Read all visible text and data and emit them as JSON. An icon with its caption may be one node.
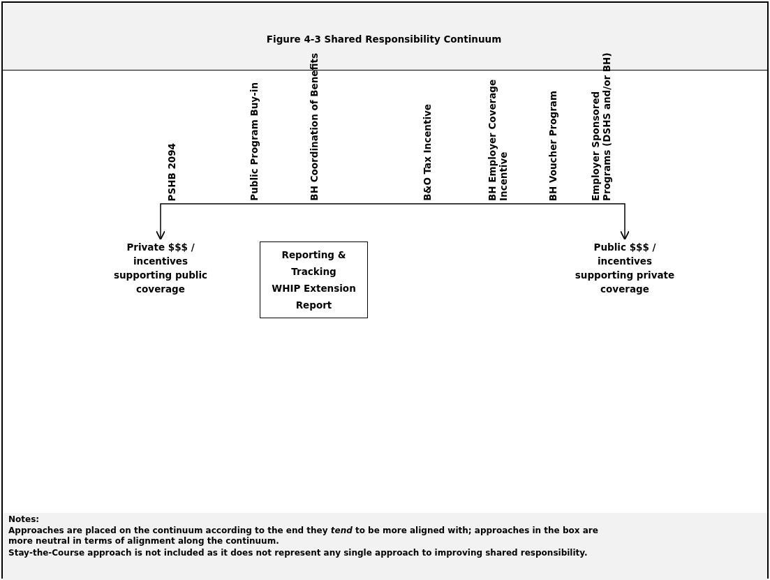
{
  "diagram": {
    "title": "Figure 4-3 Shared Responsibility Continuum",
    "nodes": [
      {
        "text": [
          "Private $$$ / incentives supporting public coverage"
        ]
      },
      {
        "text": [
          "Public $$$ / incentives supporting private coverage"
        ]
      },
      {
        "text": [
          "Reporting & Tracking",
          "WHIP Extension Report"
        ]
      }
    ],
    "edges": [
      {
        "from": 0,
        "to": 1,
        "arrow": "both"
      }
    ],
    "labels": [
      "PSHB 2094",
      "Public Program Buy-in",
      "BH Coordination of Benefits",
      "B&O Tax Incentive",
      "BH Employer Coverage  Incentive",
      "BH Voucher Program",
      "Employer Sponsored Programs (DSHS and/or BH)",
      "Notes:",
      "Approaches are placed on the continuum according to the end they *tend* to be more aligned with; approaches in the box are more neutral in terms of alignment along the continuum.",
      "Stay-the-Course approach is not included as it does not represent any single approach to improving shared responsibility."
    ]
  }
}
